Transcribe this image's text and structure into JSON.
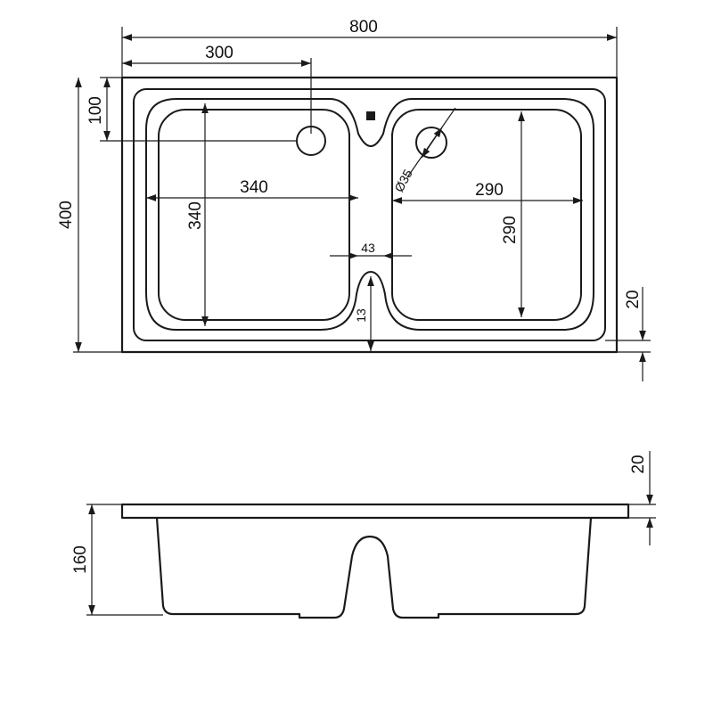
{
  "drawing": {
    "type": "technical-drawing",
    "subject": "double bowl sink",
    "stroke_color": "#1a1a1a",
    "background_color": "#ffffff"
  },
  "dimensions": {
    "overall_width": "800",
    "drain_hole_offset": "300",
    "drain_hole_edge_offset": "100",
    "overall_depth": "400",
    "left_bowl_width": "340",
    "left_bowl_depth": "340",
    "right_bowl_width": "290",
    "right_bowl_depth": "290",
    "drain_hole_diameter": "Ø35",
    "bowl_gap": "43",
    "divider_to_edge": "13",
    "rim_edge": "20",
    "rim_thickness": "20",
    "bowl_height": "160"
  }
}
